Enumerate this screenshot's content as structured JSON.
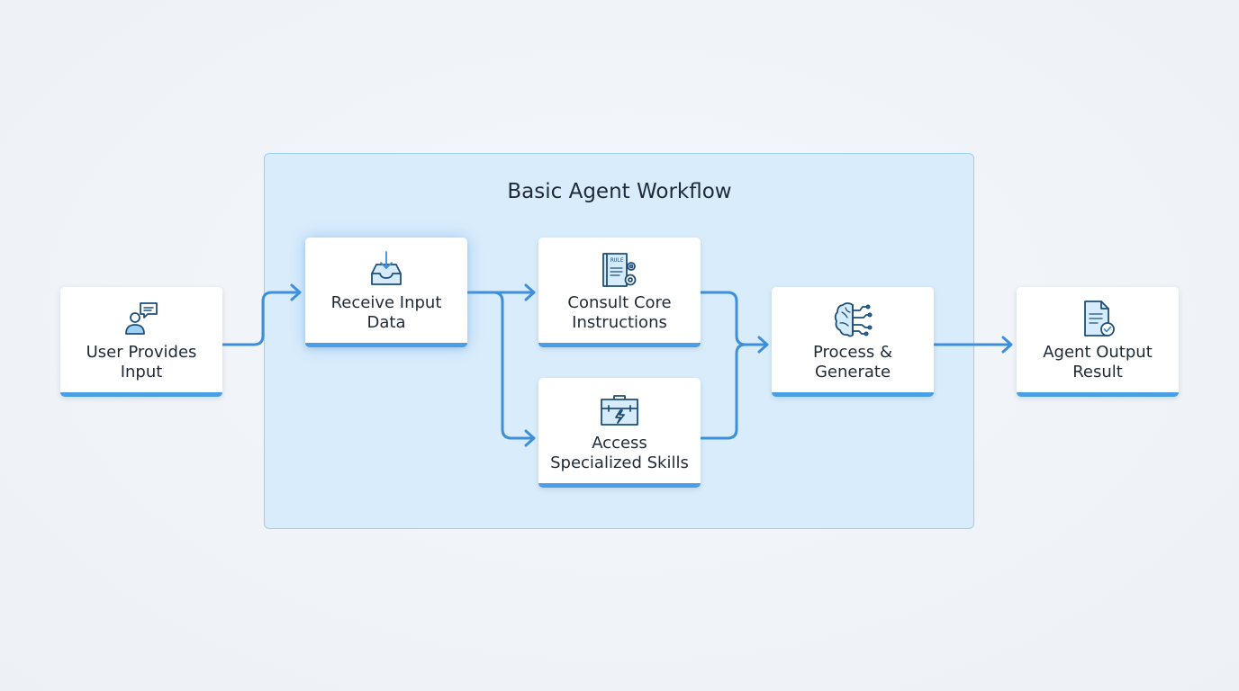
{
  "diagram": {
    "group_title": "Basic Agent Workflow",
    "nodes": {
      "user_input": {
        "label": "User Provides Input",
        "icon": "user-chat-icon"
      },
      "receive": {
        "label": "Receive Input Data",
        "icon": "inbox-download-icon"
      },
      "consult": {
        "label": "Consult Core Instructions",
        "icon": "rule-book-gear-icon",
        "icon_text": "RULE"
      },
      "skills": {
        "label": "Access Specialized Skills",
        "icon": "toolbox-lightning-icon"
      },
      "process": {
        "label": "Process & Generate",
        "icon": "brain-circuit-icon"
      },
      "output": {
        "label": "Agent Output Result",
        "icon": "document-check-icon"
      }
    },
    "edges": [
      {
        "from": "User Provides Input",
        "to": "Receive Input Data"
      },
      {
        "from": "Receive Input Data",
        "to": "Consult Core Instructions"
      },
      {
        "from": "Receive Input Data",
        "to": "Access Specialized Skills"
      },
      {
        "from": "Consult Core Instructions",
        "to": "Process & Generate"
      },
      {
        "from": "Access Specialized Skills",
        "to": "Process & Generate"
      },
      {
        "from": "Process & Generate",
        "to": "Agent Output Result"
      }
    ],
    "colors": {
      "accent": "#3d8fdc",
      "icon_stroke": "#1d4f7a",
      "group_fill": "#d9ecfb",
      "group_border": "#9fcdf2"
    }
  }
}
